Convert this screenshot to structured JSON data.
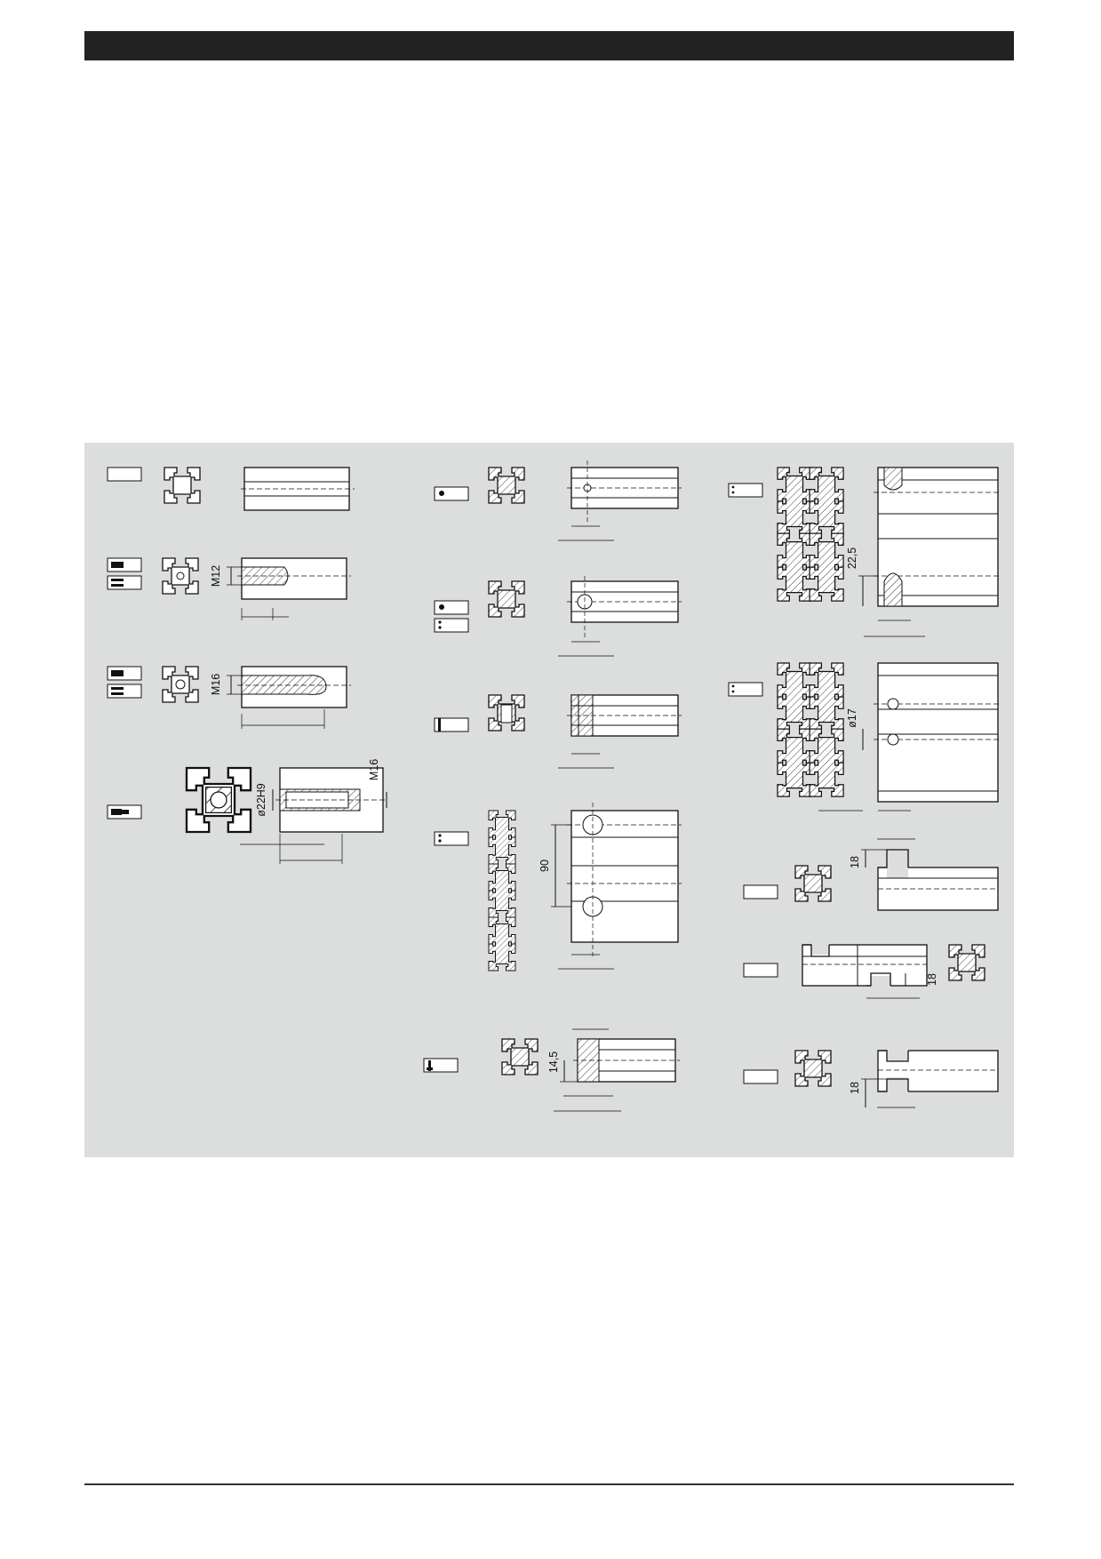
{
  "colors": {
    "header_bar": "#222222",
    "panel_background": "#dcdddd",
    "line": "#111111"
  },
  "dimensions": {
    "m12": "M12",
    "m16_a": "M16",
    "m16_b": "M16",
    "bore_22h9": "ø22H9",
    "pitch_90": "90",
    "depth_14_5": "14,5",
    "offset_22_5": "22,5",
    "bore_17": "ø17",
    "slot_18_a": "18",
    "slot_18_b": "18",
    "slot_18_c": "18"
  }
}
